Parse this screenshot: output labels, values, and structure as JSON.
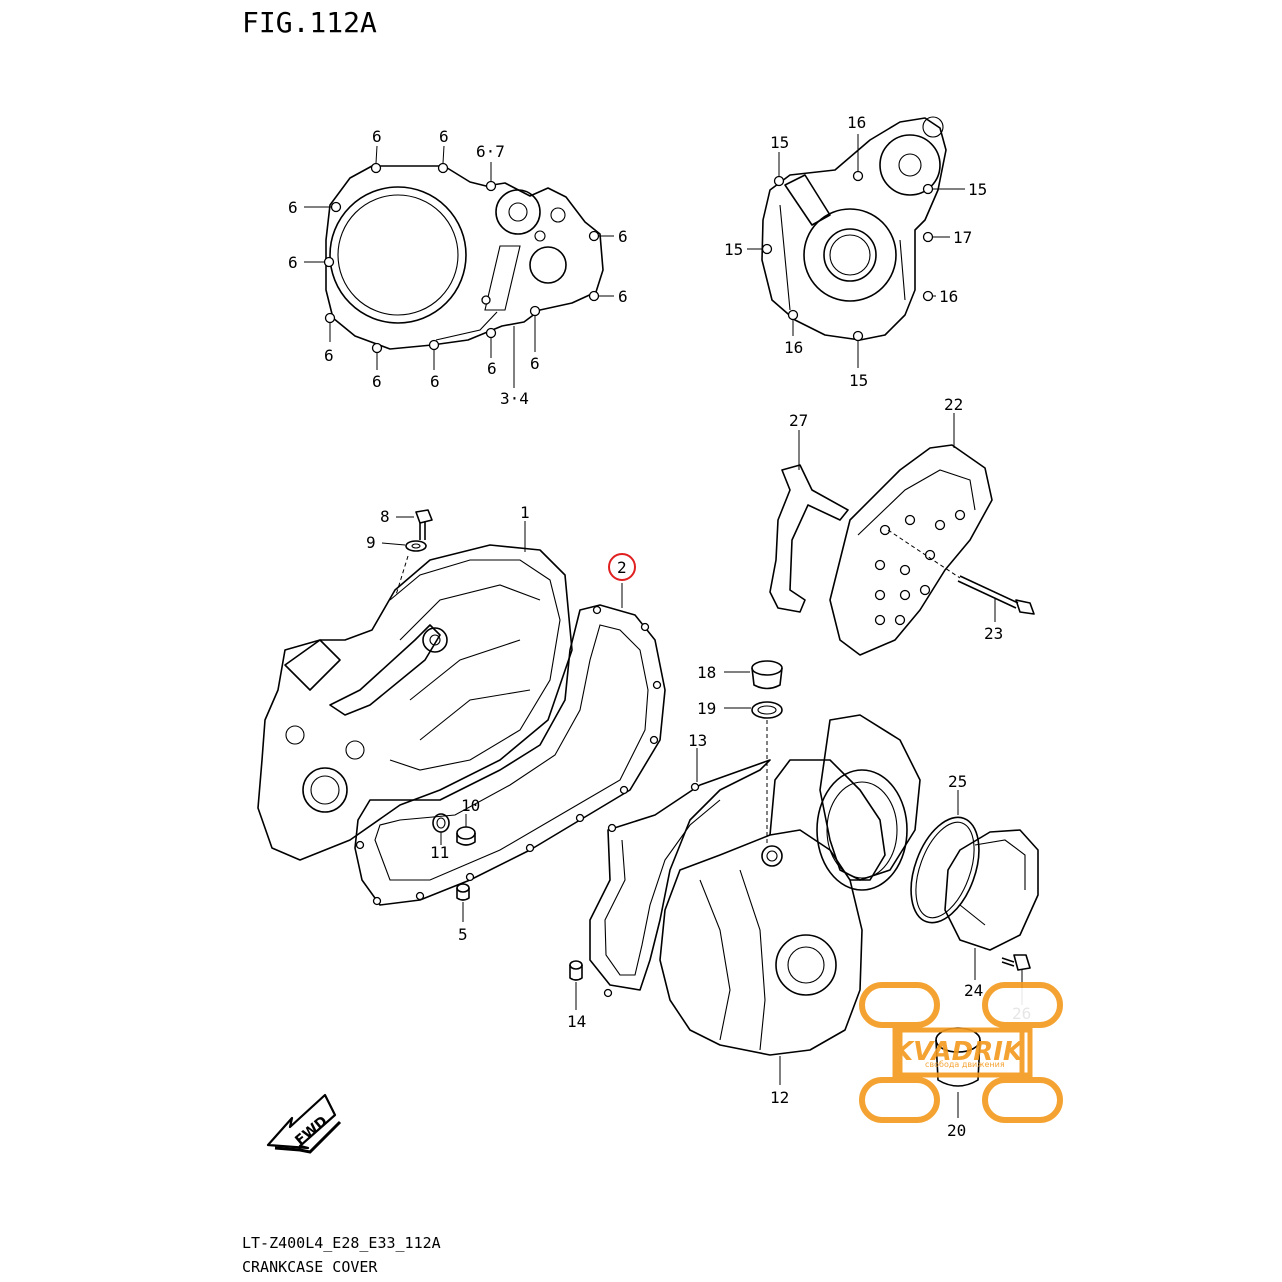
{
  "figure": {
    "title": "FIG.112A"
  },
  "footer": {
    "model_code": "LT-Z400L4_E28_E33_112A",
    "section_name": "CRANKCASE COVER"
  },
  "highlight": {
    "part_number": "2",
    "color": "#e02020"
  },
  "fwd_arrow": {
    "label": "FWD"
  },
  "watermark": {
    "brand": "KVADRIK",
    "tagline": "свобода движения",
    "color": "#f39a1d"
  },
  "callouts": {
    "top_left": [
      "6",
      "6",
      "6·7",
      "6",
      "6",
      "6",
      "6",
      "6",
      "6",
      "6",
      "6",
      "6",
      "3·4"
    ],
    "top_right": [
      "16",
      "15",
      "15",
      "15",
      "17",
      "16",
      "16",
      "15"
    ],
    "main": [
      "8",
      "9",
      "1",
      "2",
      "10",
      "11",
      "5",
      "13",
      "14",
      "12",
      "18",
      "19",
      "27",
      "22",
      "23",
      "25",
      "24",
      "26",
      "20"
    ]
  }
}
